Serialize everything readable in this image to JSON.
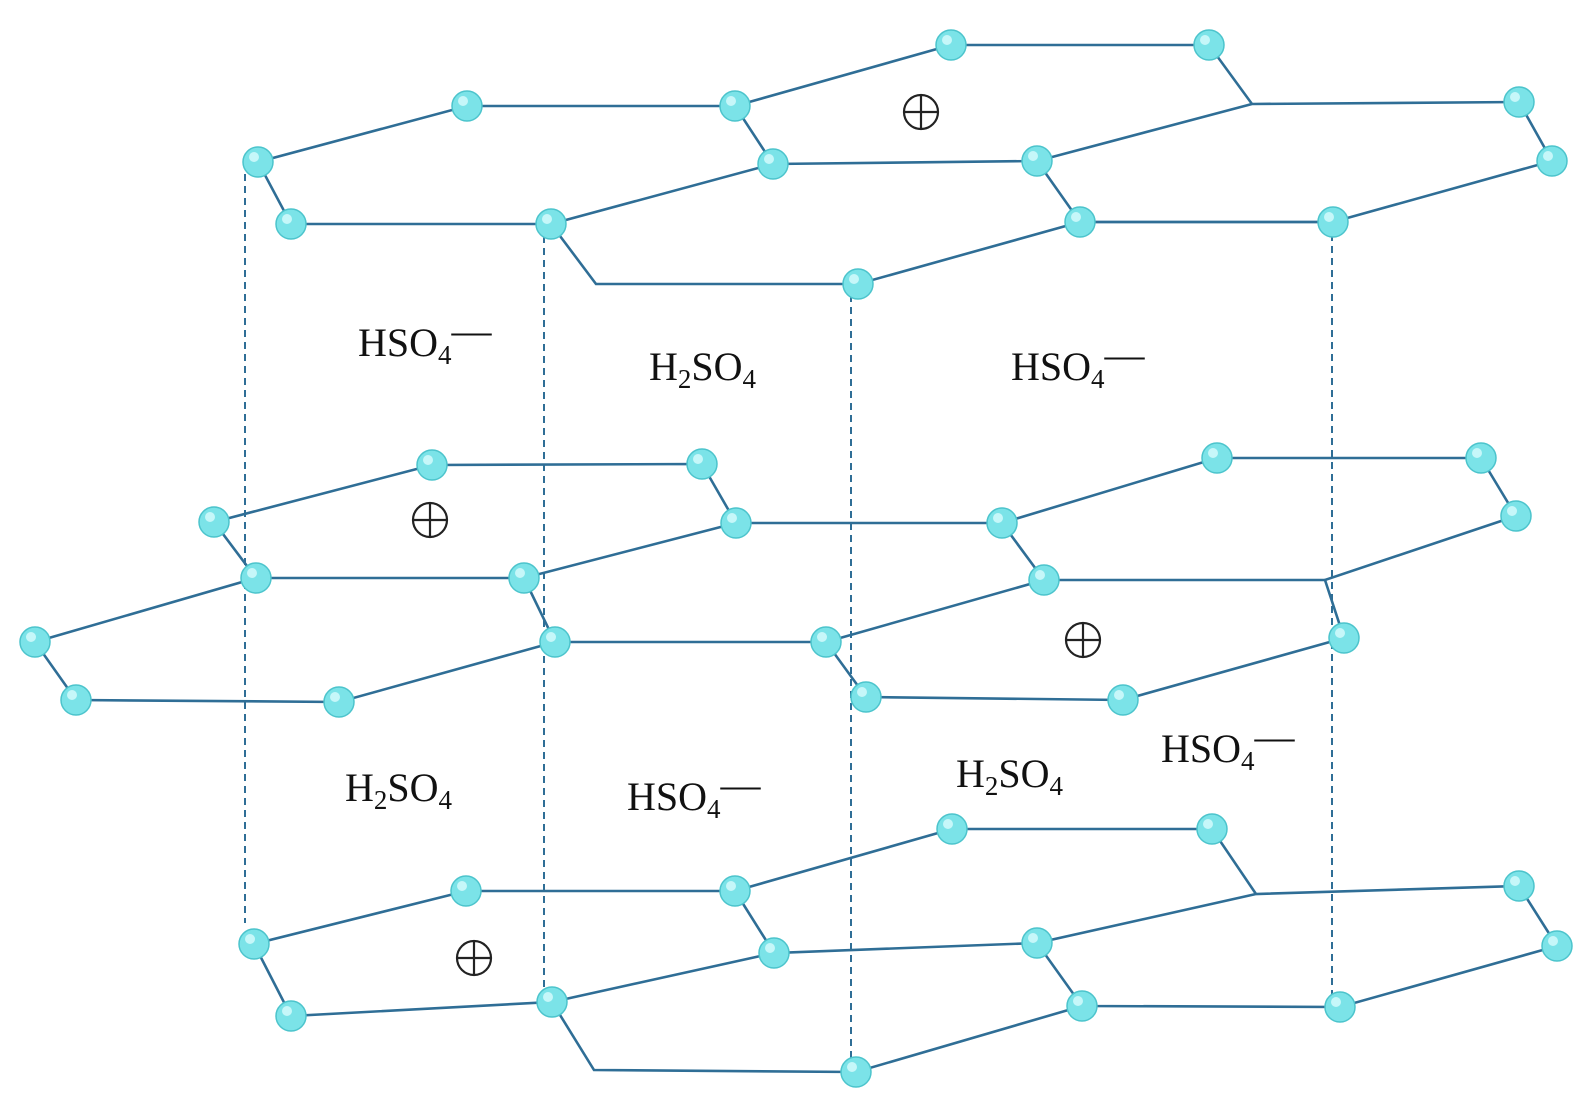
{
  "diagram": {
    "labels": [
      {
        "id": "hso4-top-left",
        "base": "HSO",
        "sub": "4",
        "sup": "—"
      },
      {
        "id": "h2so4-top-mid",
        "base": "H",
        "sub": "2",
        "rest": "SO",
        "sub2": "4"
      },
      {
        "id": "hso4-top-right",
        "base": "HSO",
        "sub": "4",
        "sup": "—"
      },
      {
        "id": "h2so4-bot-left",
        "base": "H",
        "sub": "2",
        "rest": "SO",
        "sub2": "4"
      },
      {
        "id": "hso4-bot-mid",
        "base": "HSO",
        "sub": "4",
        "sup": "—"
      },
      {
        "id": "h2so4-bot-right",
        "base": "H",
        "sub": "2",
        "rest": "SO",
        "sub2": "4"
      },
      {
        "id": "hso4-bot-far",
        "base": "HSO",
        "sub": "4",
        "sup": "—"
      }
    ],
    "positive_charge_symbol": "⊕",
    "colors": {
      "atom_fill": "#7be3e8",
      "bond": "#2f6e96",
      "text": "#111111"
    }
  }
}
